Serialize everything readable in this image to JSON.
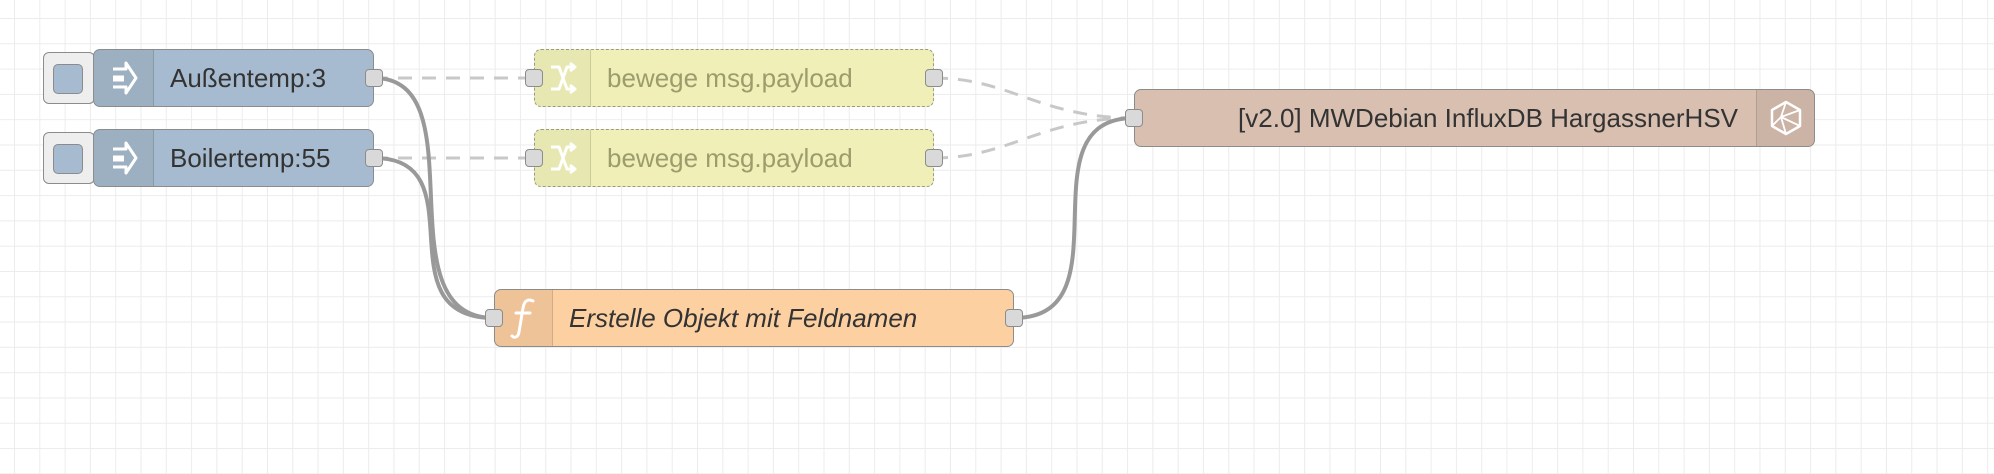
{
  "flow": {
    "nodes": {
      "inject_aussentemp": {
        "label": "Außentemp:3",
        "icon": "arrow-in-icon",
        "color": "#a6bbcf"
      },
      "inject_boilertemp": {
        "label": "Boilertemp:55",
        "icon": "arrow-in-icon",
        "color": "#a6bbcf"
      },
      "change_1": {
        "label": "bewege msg.payload",
        "icon": "shuffle-icon",
        "color": "#efefb7",
        "disabled": true
      },
      "change_2": {
        "label": "bewege msg.payload",
        "icon": "shuffle-icon",
        "color": "#efefb7",
        "disabled": true
      },
      "function_1": {
        "label": "Erstelle Objekt mit Feldnamen",
        "icon": "function-icon",
        "color": "#fdd0a2"
      },
      "influx_out": {
        "label": "[v2.0] MWDebian InfluxDB HargassnerHSV",
        "icon": "influxdb-icon",
        "color": "#d8bfb0"
      }
    }
  }
}
